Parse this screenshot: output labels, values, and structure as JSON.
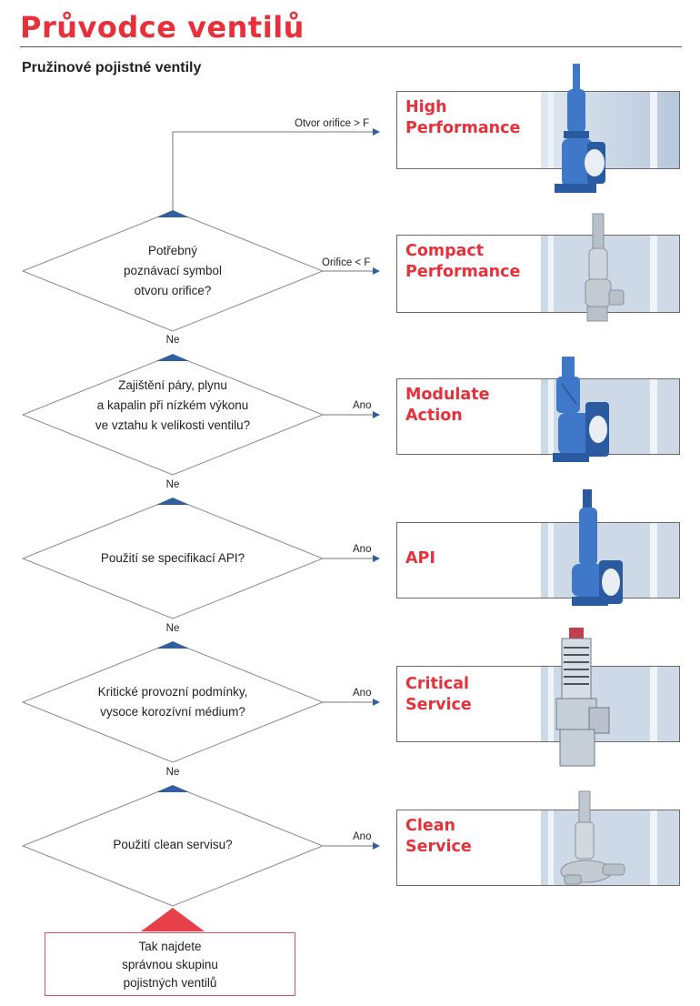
{
  "header": {
    "title": "Průvodce ventilů",
    "subtitle": "Pružinové pojistné ventily"
  },
  "colors": {
    "title_red": "#e8303a",
    "diamond_top": "#2f5f9e",
    "start_triangle": "#e8404a",
    "card_photo_bg": "#c9d7e6",
    "valve_blue": "#3f78c8"
  },
  "decisions": [
    {
      "lines": [
        "Potřebný",
        "poznávací symbol",
        "otvoru orifice?"
      ]
    },
    {
      "lines": [
        "Zajištění páry, plynu",
        "a kapalin při nízkém výkonu",
        "ve vztahu k velikosti ventilu?"
      ]
    },
    {
      "lines": [
        "Použití se specifikací API?"
      ]
    },
    {
      "lines": [
        "Kritické provozní podmínky,",
        "vysoce korozívní médium?"
      ]
    },
    {
      "lines": [
        "Použití clean servisu?"
      ]
    }
  ],
  "branch_labels": {
    "orifice_over": "Otvor orifice > F",
    "orifice_under": "Orifice < F",
    "yes": "Ano",
    "no": "Ne"
  },
  "products": [
    {
      "lines": [
        "High",
        "Performance"
      ],
      "icon": "safety-valve-blue-icon"
    },
    {
      "lines": [
        "Compact",
        "Performance"
      ],
      "icon": "safety-valve-steel-icon"
    },
    {
      "lines": [
        "Modulate",
        "Action"
      ],
      "icon": "safety-valve-blue-icon"
    },
    {
      "lines": [
        "API"
      ],
      "icon": "safety-valve-blue-icon"
    },
    {
      "lines": [
        "Critical",
        "Service"
      ],
      "icon": "safety-valve-cutaway-icon"
    },
    {
      "lines": [
        "Clean",
        "Service"
      ],
      "icon": "safety-valve-steel-icon"
    }
  ],
  "result": {
    "lines": [
      "Tak najdete",
      "správnou skupinu",
      "pojistných ventilů"
    ]
  }
}
